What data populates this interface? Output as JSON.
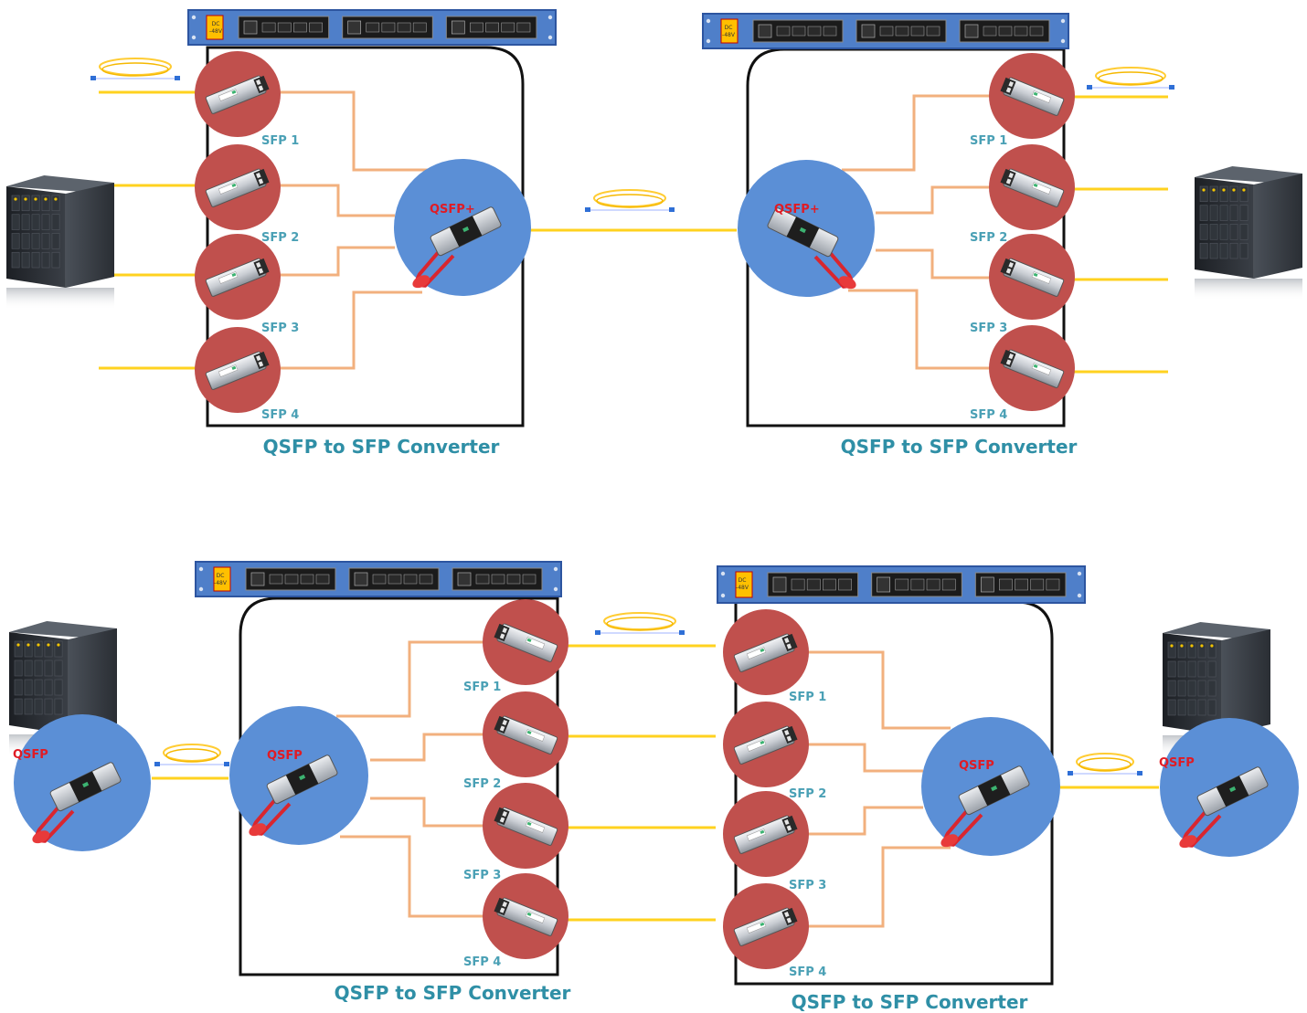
{
  "colors": {
    "panel_blue": "#4f7fc9",
    "panel_edge": "#2d55a0",
    "sfp_red": "#c0504d",
    "qsfp_blue": "#5b8fd6",
    "copper_line": "#f2b07e",
    "fiber_line": "#ffd21f",
    "caption": "#2f8fa6",
    "sfp_label": "#4aa0b5",
    "qsfp_label": "#e01b24"
  },
  "icons": {
    "rack": "rack-panel-icon",
    "server": "server-rack-icon",
    "sfp": "sfp-transceiver-icon",
    "qsfp": "qsfp-transceiver-icon",
    "patch": "fiber-patch-cord-icon"
  },
  "panel": {
    "power_label_line1": "DC",
    "power_label_line2": "-48V"
  },
  "diagram1": {
    "left": {
      "caption": "QSFP to SFP Converter",
      "qsfp_label": "QSFP+",
      "sfp_labels": [
        "SFP 1",
        "SFP 2",
        "SFP 3",
        "SFP 4"
      ]
    },
    "right": {
      "caption": "QSFP to SFP Converter",
      "qsfp_label": "QSFP+",
      "sfp_labels": [
        "SFP 1",
        "SFP 2",
        "SFP 3",
        "SFP 4"
      ]
    }
  },
  "diagram2": {
    "left": {
      "caption": "QSFP to SFP Converter",
      "qsfp_label": "QSFP",
      "sfp_labels": [
        "SFP 1",
        "SFP 2",
        "SFP 3",
        "SFP 4"
      ]
    },
    "right": {
      "caption": "QSFP to SFP Converter",
      "qsfp_label": "QSFP",
      "sfp_labels": [
        "SFP 1",
        "SFP 2",
        "SFP 3",
        "SFP 4"
      ]
    },
    "left_server_qsfp_label": "QSFP",
    "right_server_qsfp_label": "QSFP"
  }
}
